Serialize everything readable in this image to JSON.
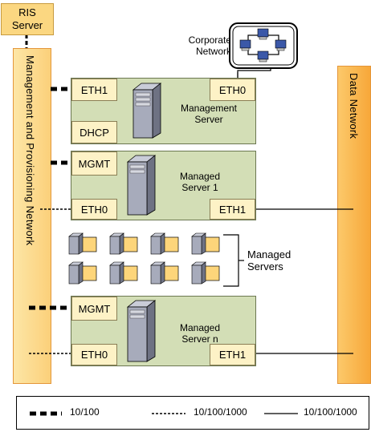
{
  "ris_server": {
    "line1": "RIS",
    "line2": "Server"
  },
  "management_network_label": "Management and Provisioning  Network",
  "data_network_label": "Data  Network",
  "corporate_network": {
    "line1": "Corporate",
    "line2": "Network"
  },
  "management_server": {
    "ports": {
      "eth1": "ETH1",
      "eth0": "ETH0",
      "dhcp": "DHCP"
    },
    "line1": "Management",
    "line2": "Server"
  },
  "managed_server_1": {
    "ports": {
      "mgmt": "MGMT",
      "eth0": "ETH0",
      "eth1": "ETH1"
    },
    "line1": "Managed",
    "line2": "Server 1"
  },
  "managed_servers_group": {
    "line1": "Managed",
    "line2": "Servers"
  },
  "managed_server_n": {
    "ports": {
      "mgmt": "MGMT",
      "eth0": "ETH0",
      "eth1": "ETH1"
    },
    "line1": "Managed",
    "line2": "Server n"
  },
  "legend": {
    "items": [
      {
        "label": "10/100",
        "style": "thick-dashed"
      },
      {
        "label": "10/100/1000",
        "style": "dotted"
      },
      {
        "label": "10/100/1000",
        "style": "solid"
      }
    ]
  },
  "colors": {
    "network_bar": "#fbd781",
    "data_bar": "#f7a739",
    "server_box": "#d3deb6",
    "port": "#fdf2c6",
    "server_icon": "#8b8f9e"
  }
}
